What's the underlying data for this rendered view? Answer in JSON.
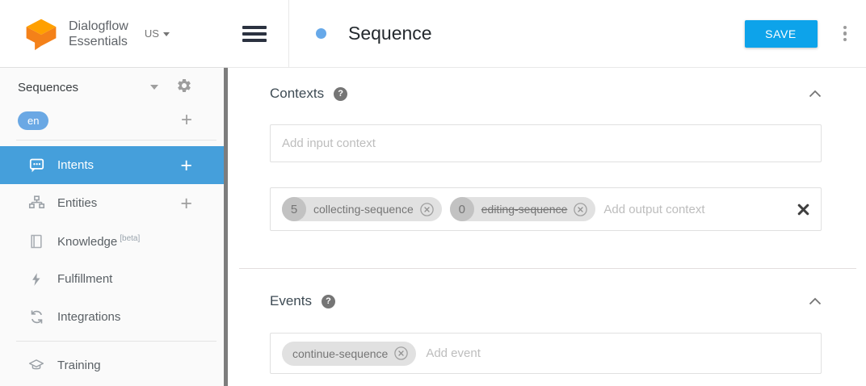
{
  "app": {
    "brand_line1": "Dialogflow",
    "brand_line2": "Essentials",
    "region": "US"
  },
  "sidebar": {
    "agent": {
      "name": "Sequences"
    },
    "language": {
      "code": "en",
      "add_label": "+"
    },
    "nav": [
      {
        "label": "Intents",
        "icon": "chat-bubble-icon",
        "plus_label": "+",
        "active": true
      },
      {
        "label": "Entities",
        "icon": "sitemap-icon",
        "plus_label": "+",
        "active": false
      },
      {
        "label": "Knowledge",
        "badge": "[beta]",
        "icon": "book-icon",
        "active": false
      },
      {
        "label": "Fulfillment",
        "icon": "lightning-icon",
        "active": false
      },
      {
        "label": "Integrations",
        "icon": "sync-icon",
        "active": false
      },
      {
        "label": "Training",
        "icon": "graduation-cap-icon",
        "active": false
      }
    ]
  },
  "header": {
    "title": "Sequence",
    "save_label": "SAVE"
  },
  "contexts": {
    "title": "Contexts",
    "help_label": "?",
    "input_placeholder": "Add input context",
    "output_placeholder": "Add output context",
    "output_chips": [
      {
        "lifespan": "5",
        "name": "collecting-sequence",
        "strikethrough": false
      },
      {
        "lifespan": "0",
        "name": "editing-sequence",
        "strikethrough": true
      }
    ]
  },
  "events": {
    "title": "Events",
    "help_label": "?",
    "placeholder": "Add event",
    "chips": [
      {
        "name": "continue-sequence"
      }
    ]
  },
  "colors": {
    "brand_orange_light": "#FFA000",
    "brand_orange_dark": "#F48119",
    "active_nav_blue": "#459FDB",
    "save_button_blue": "#0DA3EA",
    "language_badge_blue": "#6AA8E4",
    "title_dot_blue": "#67A9E9",
    "chip_background": "#E1E1E1",
    "chip_lifespan_circle": "#C2C2C2"
  }
}
